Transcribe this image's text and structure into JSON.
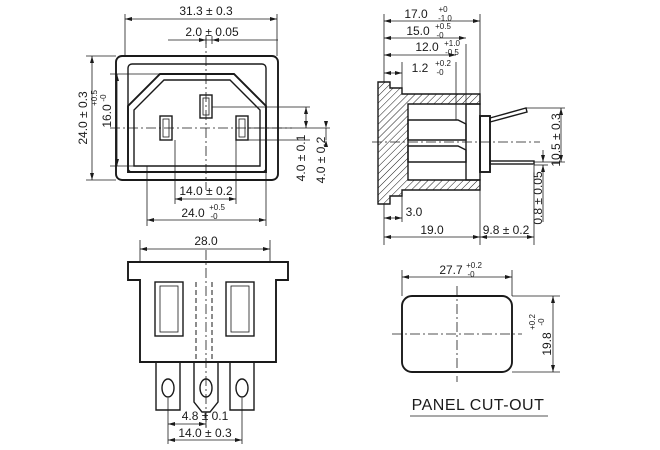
{
  "front_view": {
    "dims": {
      "overall_width": "31.3 ± 0.3",
      "pin_offset": "2.0 ± 0.05",
      "overall_height": "24.0 ± 0.3",
      "inner_height_base": "16.0",
      "inner_height_tol_plus": "+0.5",
      "inner_height_tol_minus": "-0",
      "pin_spacing_v1": "4.0 ± 0.1",
      "pin_spacing_v2": "4.0 ± 0.2",
      "inner_width": "14.0 ± 0.2",
      "recess_width_base": "24.0",
      "recess_width_tol_plus": "+0.5",
      "recess_width_tol_minus": "-0"
    }
  },
  "side_view": {
    "dims": {
      "d17_base": "17.0",
      "d17_tol_plus": "+0",
      "d17_tol_minus": "-1.0",
      "d15_base": "15.0",
      "d15_tol_plus": "+0.5",
      "d15_tol_minus": "-0",
      "d12_base": "12.0",
      "d12_tol_plus": "+1.0",
      "d12_tol_minus": "-0.5",
      "d12b_base": "1.2",
      "d12b_tol_plus": "+0.2",
      "d12b_tol_minus": "-0",
      "d105": "10.5 ± 0.3",
      "d08_base": "0.8",
      "d08_tol": "± 0.05",
      "d30": "3.0",
      "d190": "19.0",
      "d98": "9.8 ± 0.2"
    }
  },
  "bottom_view": {
    "dims": {
      "width": "28.0",
      "pin_pitch": "4.8 ± 0.1",
      "pin_span": "14.0 ± 0.3"
    }
  },
  "cutout": {
    "title": "PANEL CUT-OUT",
    "width_base": "27.7",
    "width_tol_plus": "+0.2",
    "width_tol_minus": "-0",
    "height_base": "19.8",
    "height_tol_plus": "+0.2",
    "height_tol_minus": "-0"
  }
}
